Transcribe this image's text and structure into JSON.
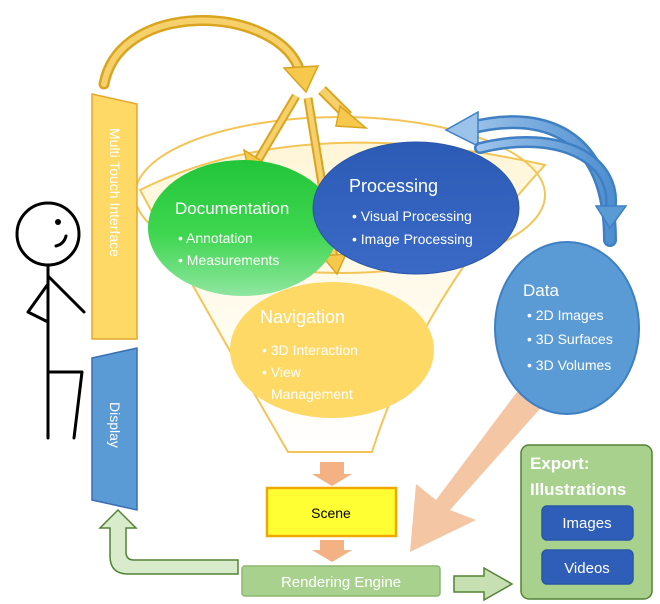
{
  "multi_touch": {
    "label": "Multi Touch Interface"
  },
  "display": {
    "label": "Display"
  },
  "documentation": {
    "title": "Documentation",
    "items": [
      "• Annotation",
      "• Measurements"
    ]
  },
  "processing": {
    "title": "Processing",
    "items": [
      "• Visual Processing",
      "• Image Processing"
    ]
  },
  "navigation": {
    "title": "Navigation",
    "items": [
      "• 3D Interaction",
      "• View",
      "Management"
    ]
  },
  "data": {
    "title": "Data",
    "items": [
      "• 2D Images",
      "• 3D Surfaces",
      "• 3D Volumes"
    ]
  },
  "scene": {
    "label": "Scene"
  },
  "rendering": {
    "label": "Rendering Engine"
  },
  "export": {
    "title_line1": "Export:",
    "title_line2": "Illustrations",
    "buttons": [
      "Images",
      "Videos"
    ]
  },
  "colors": {
    "gold": "#FFD966",
    "gold_arrow": "#F5C242",
    "blue_arrow": "#5B9BD5",
    "doc_green": "#2ECC40",
    "processing_blue": "#2F5EB8",
    "data_blue": "#5B9BD5",
    "scene_yellow": "#FFFF33",
    "export_green": "#A9D18E",
    "peach": "#F4B183"
  }
}
